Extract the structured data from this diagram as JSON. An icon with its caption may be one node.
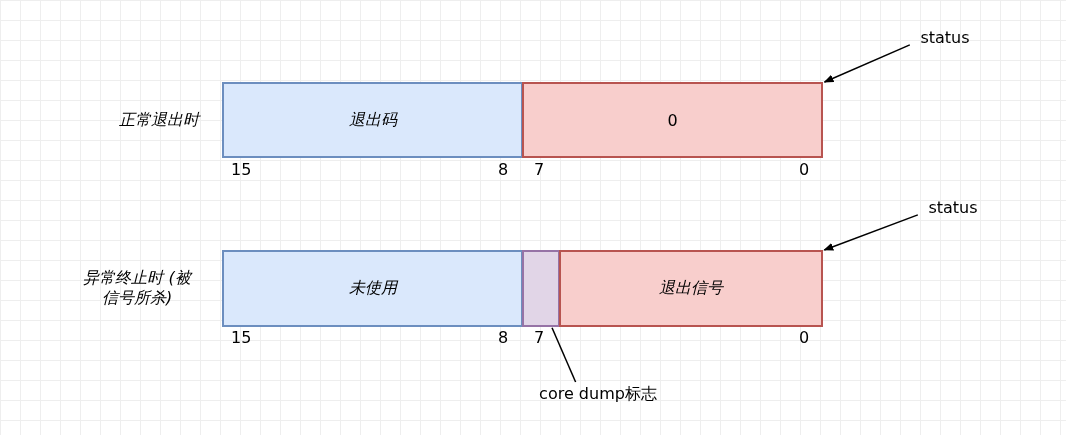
{
  "diagram": {
    "nodes": [
      {
        "text": [
          "status"
        ]
      },
      {
        "text": [
          "退出码"
        ]
      },
      {
        "text": [
          "0"
        ]
      },
      {
        "text": [
          "status"
        ]
      },
      {
        "text": [
          "未使用"
        ]
      },
      {
        "text": [],
        "shape": "box"
      },
      {
        "text": [
          "退出信号"
        ]
      },
      {
        "text": [
          "core dump标志"
        ]
      }
    ],
    "edges": [
      {
        "from": 0,
        "to": 2,
        "arrow": "to"
      },
      {
        "from": 3,
        "to": 6,
        "arrow": "to"
      },
      {
        "from": 7,
        "to": 5,
        "arrow": "none"
      }
    ],
    "labels": [
      "正常退出时",
      "15",
      "8",
      "7",
      "0",
      "异常终止时 (被信号所杀)",
      "15",
      "8",
      "7",
      "0"
    ]
  }
}
